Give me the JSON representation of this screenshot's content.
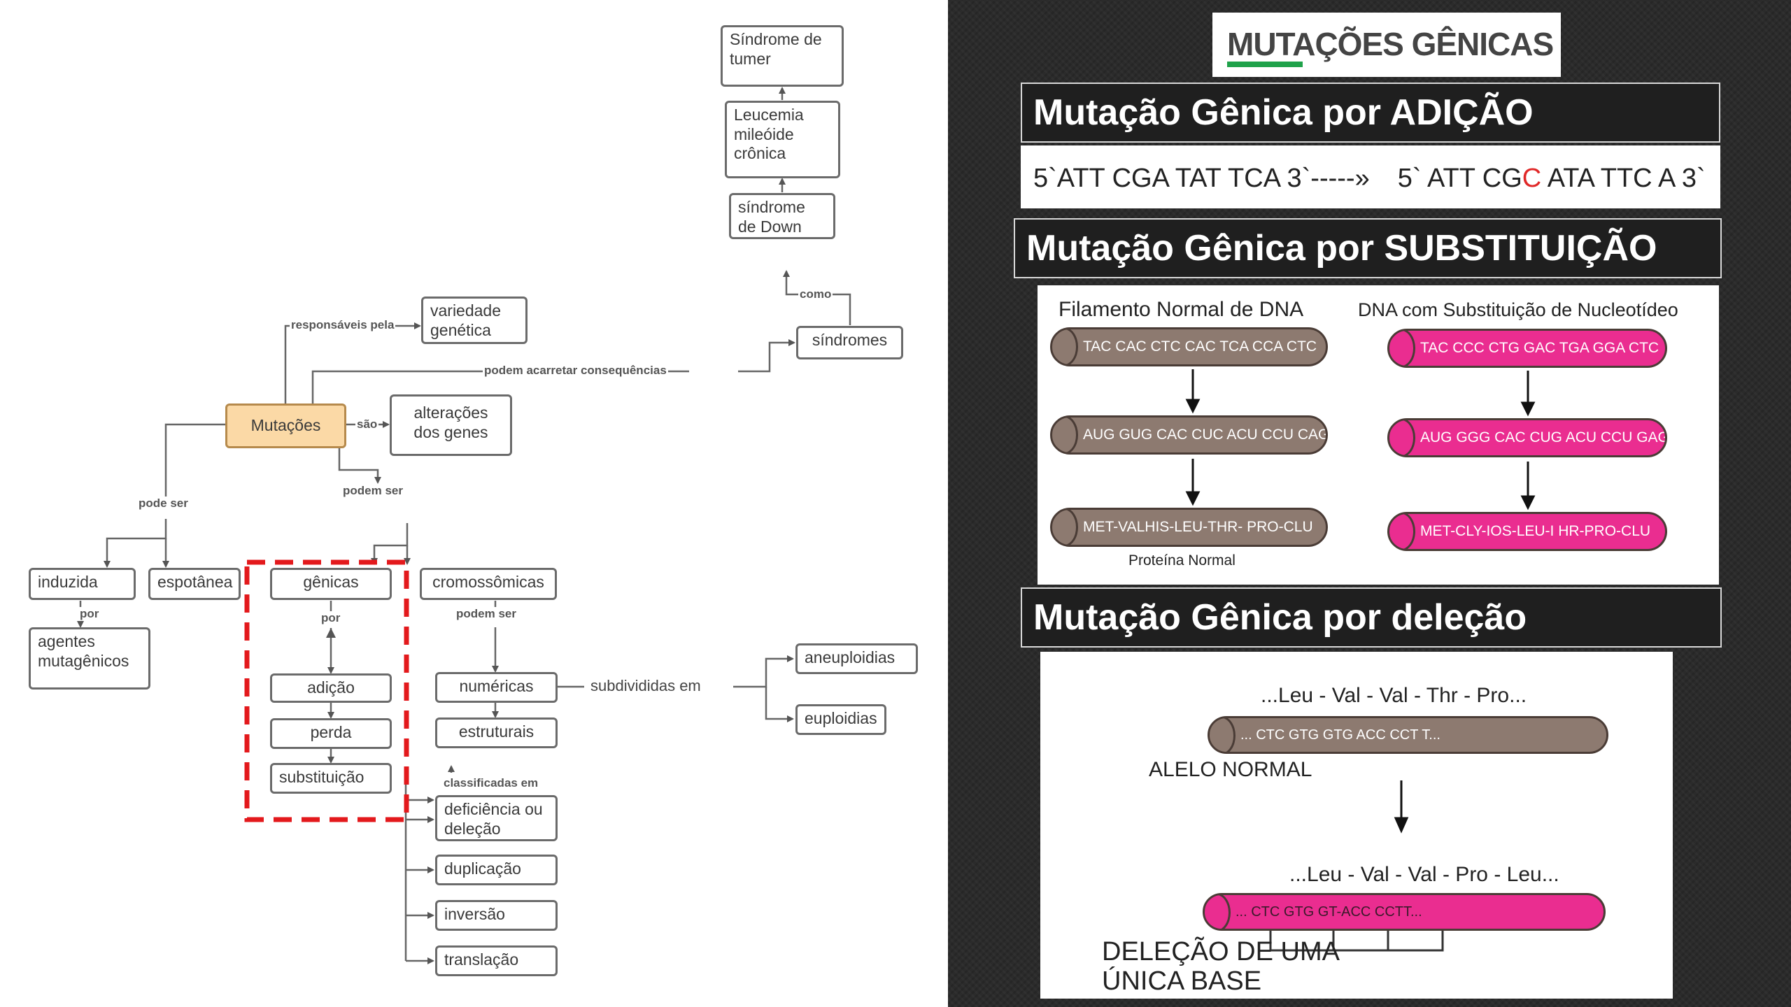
{
  "concept_map": {
    "nodes": {
      "mutacoes": "Mutações",
      "variedade": "variedade genética",
      "alteracoes": "alterações dos genes",
      "induzida": "induzida",
      "espontanea": "espotânea",
      "agentes": "agentes mutagênicos",
      "genicas": "gênicas",
      "adicao": "adição",
      "perda": "perda",
      "substituicao": "substituição",
      "cromossomicas": "cromossômicas",
      "numericas": "numéricas",
      "estruturais": "estruturais",
      "deficiencia": "deficiência ou deleção",
      "duplicacao": "duplicação",
      "inversao": "inversão",
      "translacao": "translação",
      "aneuploidias": "aneuploidias",
      "euploidias": "euploidias",
      "sindromes": "síndromes",
      "down": "síndrome de Down",
      "leucemia": "Leucemia mileóide crônica",
      "turner": "Síndrome de tumer"
    },
    "links": {
      "responsaveis": "responsáveis pela",
      "podem_acarretar": "podem acarretar consequências",
      "sao": "são",
      "pode_ser": "pode ser",
      "podem_ser": "podem ser",
      "por_1": "por",
      "por_2": "por",
      "podem_ser_2": "podem ser",
      "subdivididas": "subdivididas em",
      "classificadas": "classificadas em",
      "como": "como"
    },
    "highlight_color": "#e3191c"
  },
  "slide": {
    "title": "MUTAÇÕES GÊNICAS",
    "underline_color": "#1fa24a",
    "adicao": {
      "header": "Mutação Gênica por ADIÇÃO",
      "before": "5`ATT CGA TAT TCA 3`-----»",
      "after_pre": "5` ATT CG",
      "after_highlight": "C",
      "after_post": " ATA TTC A 3`",
      "highlight_color": "#e02828"
    },
    "substituicao": {
      "header": "Mutação Gênica por SUBSTITUIÇÃO",
      "normal_title": "Filamento Normal de DNA",
      "mut_title": "DNA com Substituição de Nucleotídeo",
      "normal": [
        "TAC CAC CTC CAC TCA CCA CTC",
        "AUG GUG CAC CUC ACU CCU CAG",
        "MET-VALHIS-LEU-THR- PRO-CLU"
      ],
      "mutated": [
        "TAC CCC CTG GAC TGA GGA CTC",
        "AUG GGG CAC CUG ACU CCU GAG",
        "MET-CLY-IOS-LEU-I HR-PRO-CLU"
      ],
      "caption": "Proteína Normal",
      "arrow_icon": "down-arrow-icon"
    },
    "delecao": {
      "header": "Mutação Gênica por deleção",
      "seq_normal": "...Leu - Val - Val - Thr - Pro...",
      "dna_normal": "... CTC GTG GTG ACC CCT T...",
      "label_normal": "ALELO NORMAL",
      "seq_mut": "...Leu - Val - Val - Pro - Leu...",
      "dna_mut": "... CTC GTG GT-ACC CCTT...",
      "label_mut_1": "DELEÇÃO DE UMA",
      "label_mut_2": "ÚNICA BASE"
    },
    "colors": {
      "brown": "#8d7a70",
      "pink": "#ea2d90",
      "header_bg": "#1f1f1f"
    }
  }
}
